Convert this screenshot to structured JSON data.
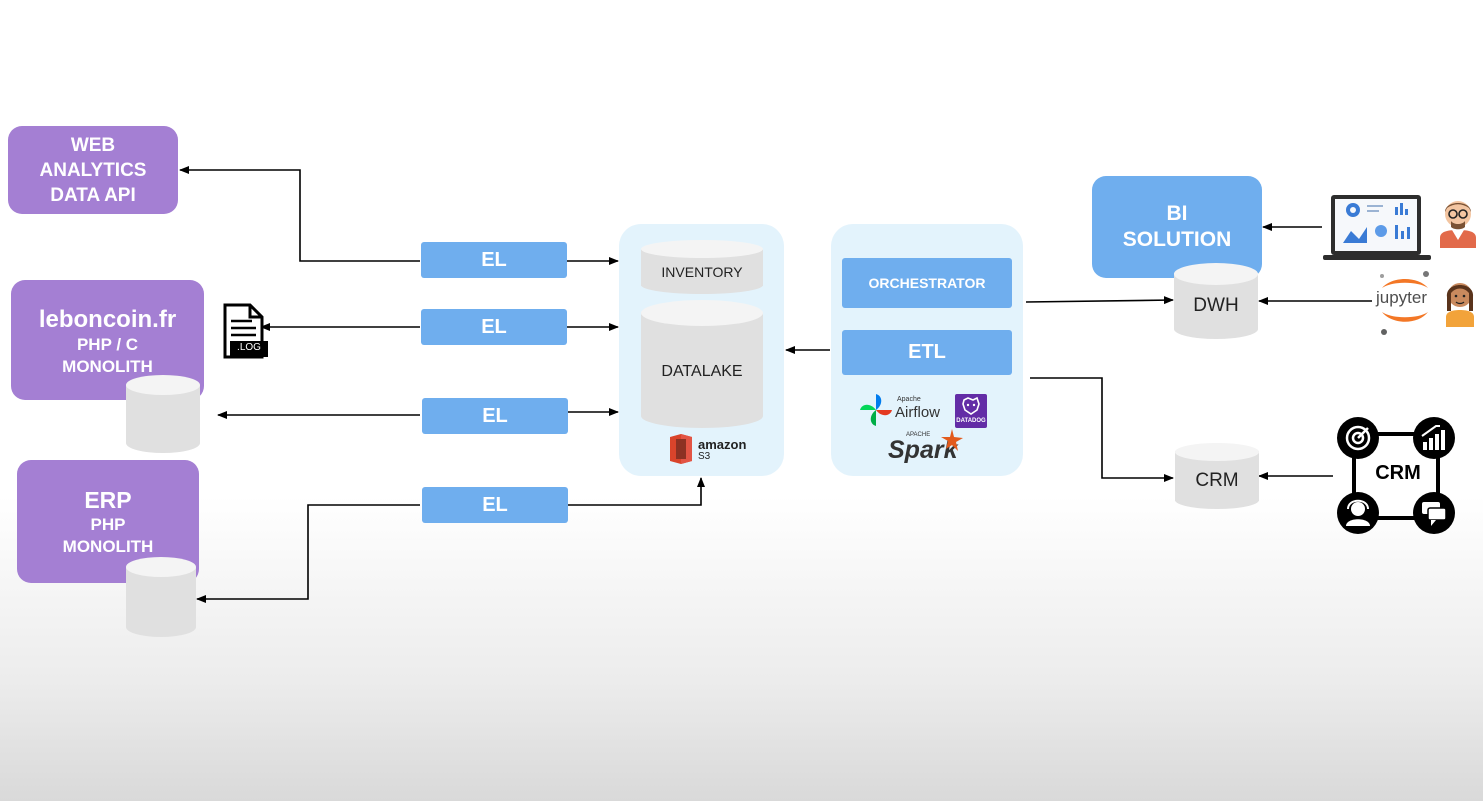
{
  "sources": {
    "web_analytics": {
      "lines": [
        "WEB",
        "ANALYTICS",
        "DATA API"
      ]
    },
    "leboncoin": {
      "title": "leboncoin.fr",
      "lines": [
        "PHP / C",
        "MONOLITH"
      ]
    },
    "erp": {
      "title": "ERP",
      "lines": [
        "PHP",
        "MONOLITH"
      ]
    }
  },
  "log_file": {
    "label": ".LOG"
  },
  "el_boxes": [
    "EL",
    "EL",
    "EL",
    "EL"
  ],
  "datalake_panel": {
    "inventory": "INVENTORY",
    "datalake": "DATALAKE",
    "amazon_logo": {
      "brand": "amazon",
      "sub": "S3"
    }
  },
  "orchestrator_panel": {
    "orchestrator": "ORCHESTRATOR",
    "etl": "ETL",
    "tools": {
      "airflow_pre": "Apache",
      "airflow": "Airflow",
      "datadog": "DATADOG",
      "spark_pre": "APACHE",
      "spark": "Spark"
    }
  },
  "bi": {
    "lines": [
      "BI",
      "SOLUTION"
    ]
  },
  "dwh": {
    "label": "DWH"
  },
  "crm_db": {
    "label": "CRM"
  },
  "jupyter": {
    "label": "jupyter"
  },
  "crm_badge": {
    "label": "CRM"
  },
  "colors": {
    "purple": "#a47fd3",
    "blue": "#6faeee",
    "panel": "#e3f3fc",
    "cylinder": "#e0e0e0"
  }
}
